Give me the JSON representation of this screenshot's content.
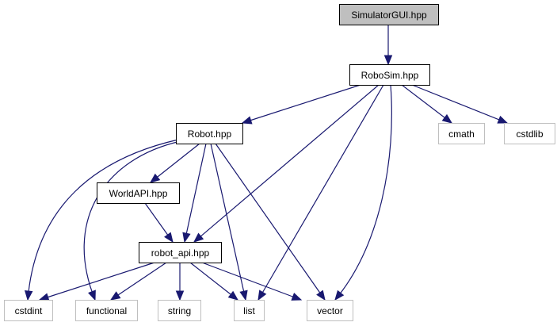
{
  "diagram": {
    "type": "include-dependency-graph",
    "edge_color": "#191970",
    "root_fill": "#bfbfbf",
    "nodes": [
      {
        "id": "simulatorgui",
        "label": "SimulatorGUI.hpp",
        "kind": "root"
      },
      {
        "id": "robosim",
        "label": "RoboSim.hpp",
        "kind": "project"
      },
      {
        "id": "robot",
        "label": "Robot.hpp",
        "kind": "project"
      },
      {
        "id": "cmath",
        "label": "cmath",
        "kind": "external"
      },
      {
        "id": "cstdlib",
        "label": "cstdlib",
        "kind": "external"
      },
      {
        "id": "worldapi",
        "label": "WorldAPI.hpp",
        "kind": "project"
      },
      {
        "id": "robot_api",
        "label": "robot_api.hpp",
        "kind": "project"
      },
      {
        "id": "cstdint",
        "label": "cstdint",
        "kind": "external"
      },
      {
        "id": "functional",
        "label": "functional",
        "kind": "external"
      },
      {
        "id": "string",
        "label": "string",
        "kind": "external"
      },
      {
        "id": "list",
        "label": "list",
        "kind": "external"
      },
      {
        "id": "vector",
        "label": "vector",
        "kind": "external"
      }
    ],
    "edges": [
      {
        "from": "simulatorgui",
        "to": "robosim"
      },
      {
        "from": "robosim",
        "to": "robot"
      },
      {
        "from": "robosim",
        "to": "robot_api"
      },
      {
        "from": "robosim",
        "to": "list"
      },
      {
        "from": "robosim",
        "to": "vector"
      },
      {
        "from": "robosim",
        "to": "cmath"
      },
      {
        "from": "robosim",
        "to": "cstdlib"
      },
      {
        "from": "robot",
        "to": "worldapi"
      },
      {
        "from": "robot",
        "to": "robot_api"
      },
      {
        "from": "robot",
        "to": "cstdint"
      },
      {
        "from": "robot",
        "to": "functional"
      },
      {
        "from": "robot",
        "to": "list"
      },
      {
        "from": "robot",
        "to": "vector"
      },
      {
        "from": "worldapi",
        "to": "robot_api"
      },
      {
        "from": "robot_api",
        "to": "cstdint"
      },
      {
        "from": "robot_api",
        "to": "functional"
      },
      {
        "from": "robot_api",
        "to": "string"
      },
      {
        "from": "robot_api",
        "to": "list"
      },
      {
        "from": "robot_api",
        "to": "vector"
      }
    ]
  }
}
